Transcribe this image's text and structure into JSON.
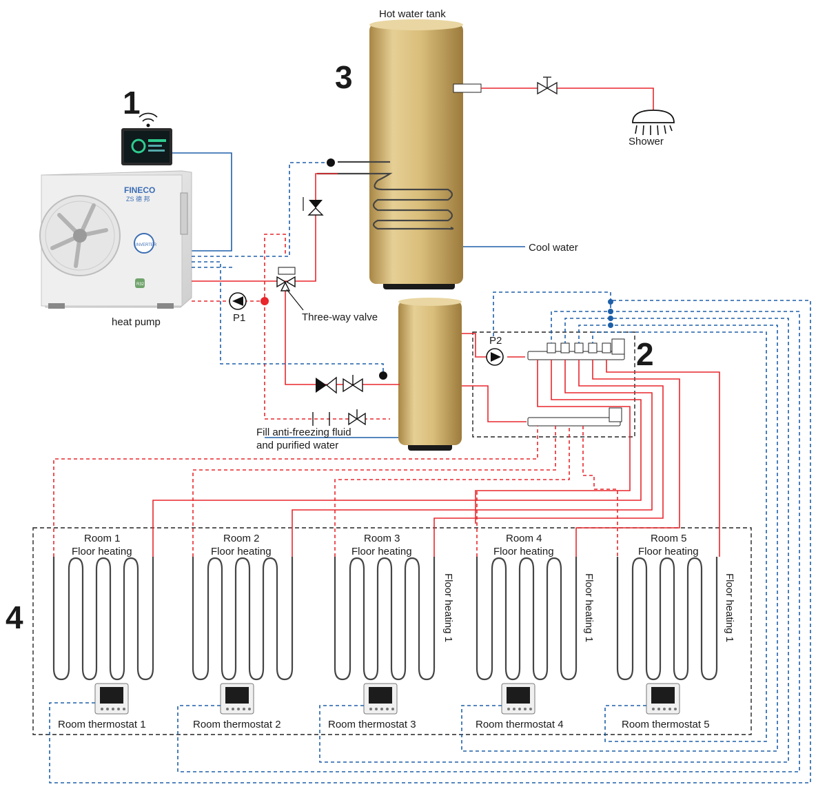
{
  "labels": {
    "hot_water_tank": "Hot water tank",
    "shower": "Shower",
    "cool_water": "Cool water",
    "heat_pump": "heat pump",
    "three_way_valve": "Three-way valve",
    "p1": "P1",
    "p2": "P2",
    "fill_line1": "Fill anti-freezing fluid",
    "fill_line2": "and purified water",
    "brand": "FINECO",
    "brand_sub": "ZS 德 邦",
    "inverter": "INVERTER",
    "r32": "R32"
  },
  "sections": [
    "1",
    "2",
    "3",
    "4"
  ],
  "rooms": [
    {
      "name": "Room 1",
      "type": "Floor heating",
      "thermostat": "Room thermostat 1"
    },
    {
      "name": "Room 2",
      "type": "Floor heating",
      "thermostat": "Room thermostat 2"
    },
    {
      "name": "Room 3",
      "type": "Floor heating",
      "thermostat": "Room thermostat 3",
      "side": "Floor heating 1"
    },
    {
      "name": "Room 4",
      "type": "Floor heating",
      "thermostat": "Room thermostat 4",
      "side": "Floor heating 1"
    },
    {
      "name": "Room 5",
      "type": "Floor heating",
      "thermostat": "Room thermostat 5",
      "side": "Floor heating 1"
    }
  ],
  "colors": {
    "hot": "#e8262b",
    "cold": "#1d5fa8",
    "tank_gold": "#c9a962"
  }
}
